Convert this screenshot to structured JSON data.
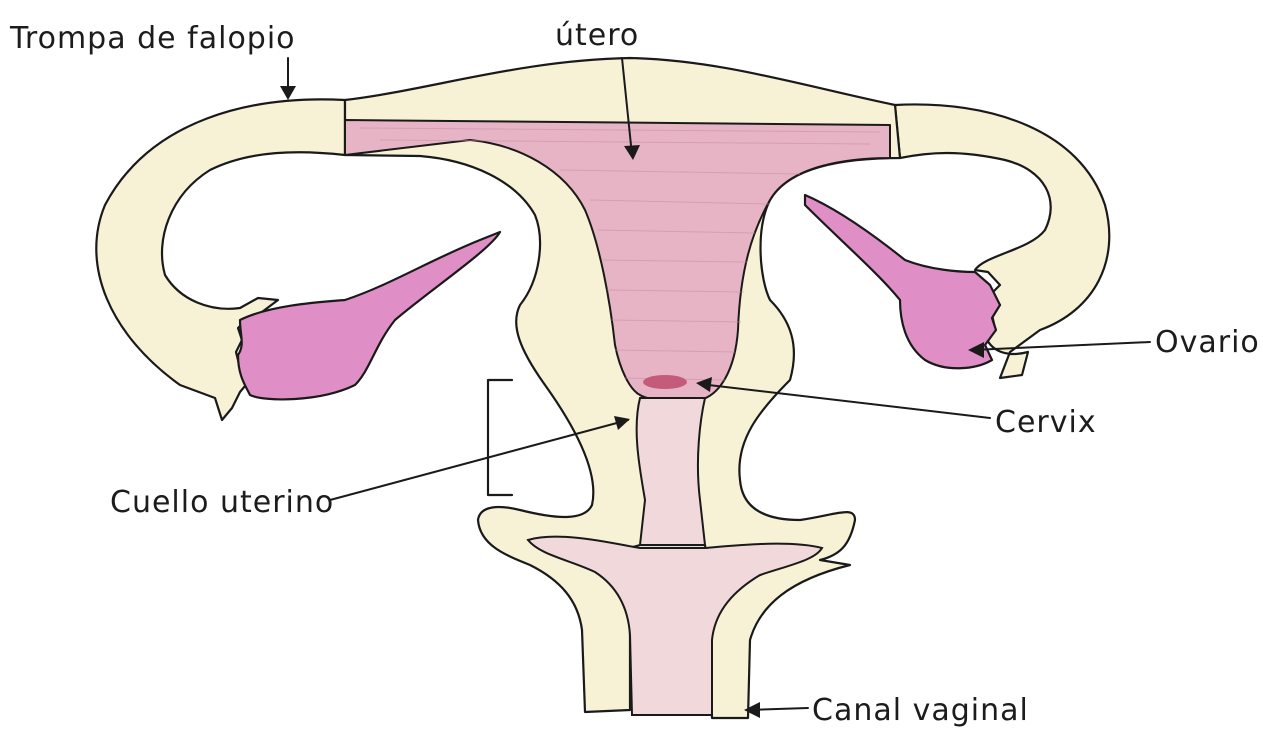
{
  "labels": {
    "fallopian_tube": "Trompa de falopio",
    "uterus": "útero",
    "ovary": "Ovario",
    "cervix": "Cervix",
    "cervical_neck": "Cuello uterino",
    "vaginal_canal": "Canal vaginal"
  },
  "colors": {
    "wall": "#f7f1d6",
    "uterine_cavity": "#e7b4c5",
    "ovary": "#e08fc6",
    "vaginal_lumen": "#f0d8db",
    "ink": "#1a1a1a"
  }
}
